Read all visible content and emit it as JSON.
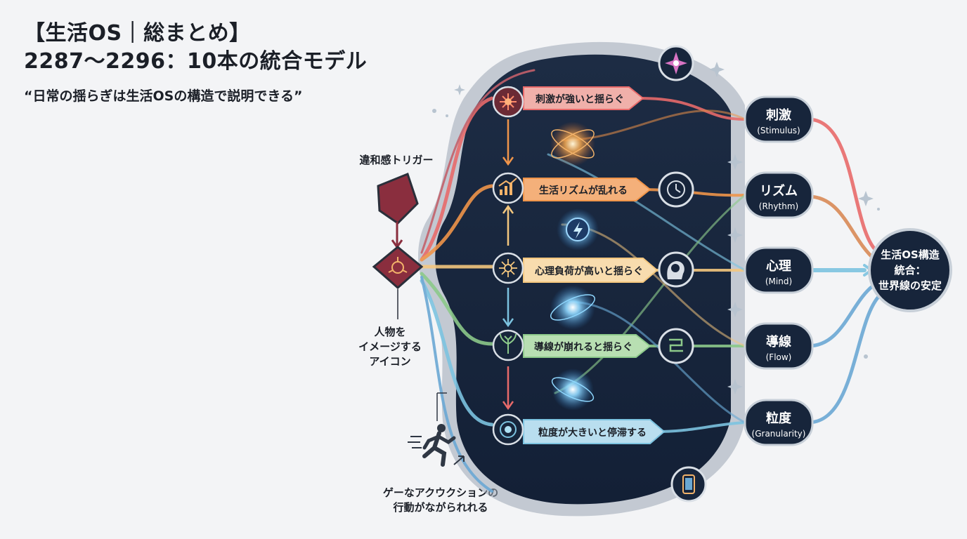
{
  "title": {
    "line1": "【生活OS｜総まとめ】",
    "line2": "2287〜2296：10本の統合モデル",
    "subtitle": "“日常の揺らぎは生活OSの構造で説明できる”"
  },
  "left_labels": {
    "trigger": "違和感トリガー",
    "person_icon": [
      "人物を",
      "イメージする",
      "アイコン"
    ],
    "action": [
      "ゲーなアクウクションの",
      "行動がながられれる"
    ]
  },
  "stages": [
    {
      "id": "stimulus",
      "text": "刺激が強いと揺らぐ",
      "color": "#e86a6a",
      "icon": "burst-icon"
    },
    {
      "id": "rhythm",
      "text": "生活リズムが乱れる",
      "color": "#f0954a",
      "icon": "chart-icon"
    },
    {
      "id": "mind",
      "text": "心理負荷が高いと揺らぐ",
      "color": "#f4c77e",
      "icon": "network-icon"
    },
    {
      "id": "flow",
      "text": "導線が崩れると揺らぐ",
      "color": "#8cc98a",
      "icon": "sprout-icon"
    },
    {
      "id": "granularity",
      "text": "粒度が大きいと停滞する",
      "color": "#7cc3e0",
      "icon": "target-icon"
    }
  ],
  "outputs": [
    {
      "jp": "刺激",
      "en": "(Stimulus)"
    },
    {
      "jp": "リズム",
      "en": "(Rhythm)"
    },
    {
      "jp": "心理",
      "en": "(Mind)"
    },
    {
      "jp": "導線",
      "en": "(Flow)"
    },
    {
      "jp": "粒度",
      "en": "(Granularity)"
    }
  ],
  "final_node": [
    "生活OS構造",
    "統合：",
    "世界線の安定"
  ],
  "colors": {
    "background": "#f3f4f6",
    "panel": "#16243a",
    "node_fill": "#17253b",
    "node_stroke": "#c7cfd8",
    "trigger": "#8a2e3e",
    "red": "#e86a6a",
    "orange": "#f0954a",
    "yellow": "#f4c77e",
    "green": "#8cc98a",
    "blue": "#7cc3e0"
  }
}
